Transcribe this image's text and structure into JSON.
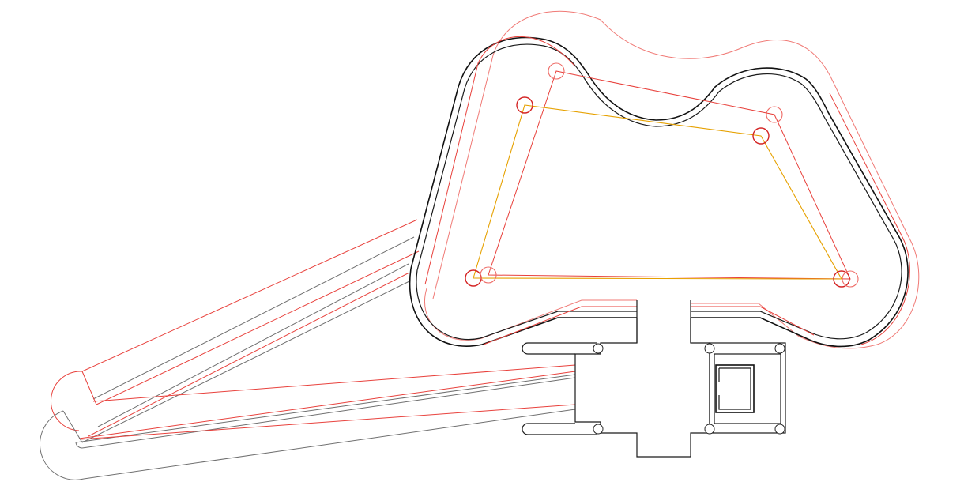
{
  "drawing": {
    "kind": "cad-linework",
    "colors": {
      "outline": "#1a1a1a",
      "construction": "#6f6f6f",
      "offset": "#e8413c",
      "path": "#e6a100"
    },
    "layers": [
      "outline",
      "offset-outer",
      "offset-inner",
      "path-yellow",
      "path-red",
      "arms",
      "bracket",
      "pins"
    ]
  }
}
